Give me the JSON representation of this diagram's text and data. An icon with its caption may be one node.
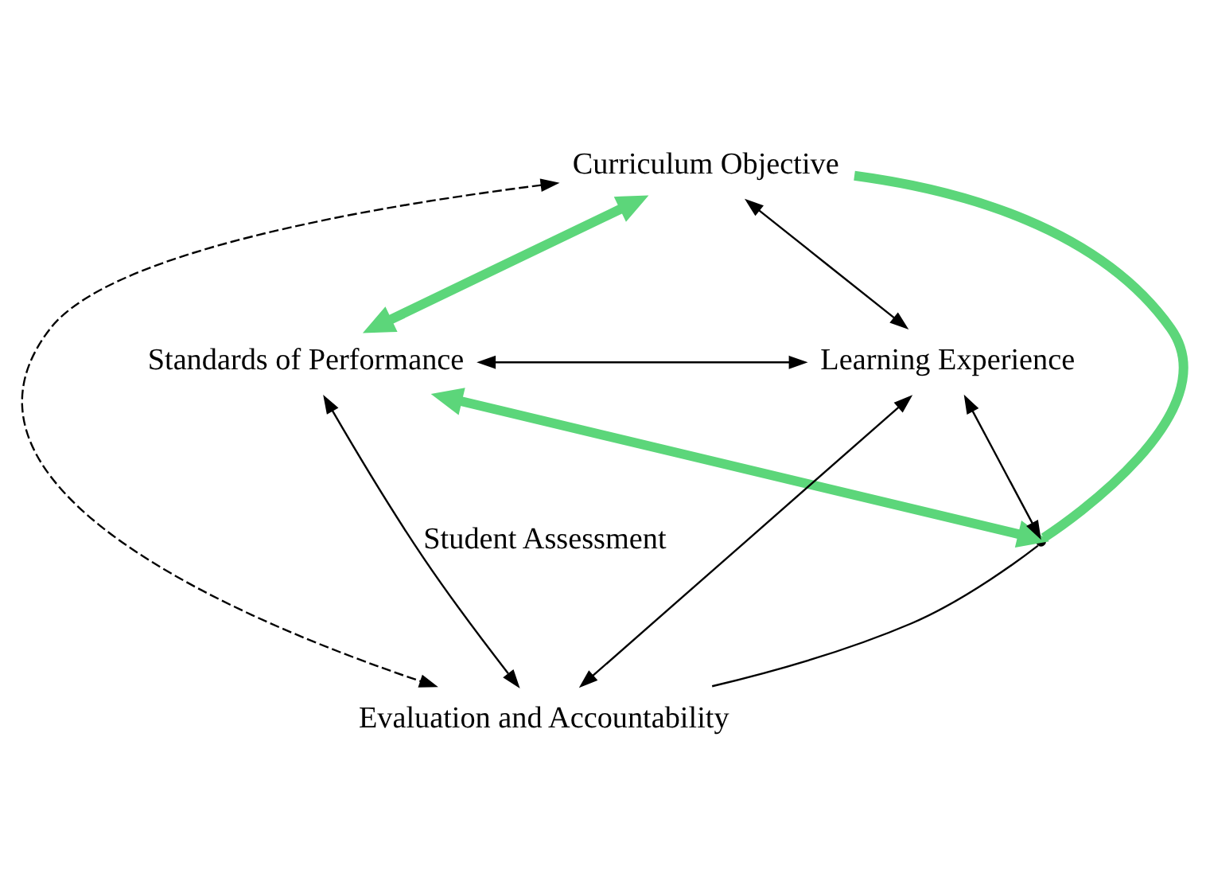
{
  "diagram": {
    "nodes": [
      {
        "text": [
          "Curriculum Objective"
        ]
      },
      {
        "text": [
          "Standards of Performance"
        ]
      },
      {
        "text": [
          "Learning Experience"
        ]
      },
      {
        "text": [],
        "shape": "point"
      },
      {
        "text": [
          "Evaluation and Accountability"
        ]
      }
    ],
    "edges": [
      {
        "from": 0,
        "to": 1,
        "arrow": "both",
        "style": "thick",
        "color": "#5cd67a"
      },
      {
        "from": 0,
        "to": 3,
        "arrow": "none",
        "style": "thick",
        "color": "#5cd67a"
      },
      {
        "from": 1,
        "to": 3,
        "arrow": "both",
        "style": "thick",
        "color": "#5cd67a"
      },
      {
        "from": 0,
        "to": 2,
        "arrow": "both"
      },
      {
        "from": 1,
        "to": 2,
        "arrow": "both"
      },
      {
        "from": 3,
        "to": 2,
        "arrow": "both"
      },
      {
        "from": 3,
        "to": 4,
        "arrow": "none"
      },
      {
        "from": 2,
        "to": 4,
        "arrow": "both"
      },
      {
        "from": 0,
        "to": 4,
        "arrow": "both",
        "style": "dashed"
      },
      {
        "from": 1,
        "to": 4,
        "arrow": "both",
        "label": "Student Assessment"
      }
    ]
  }
}
